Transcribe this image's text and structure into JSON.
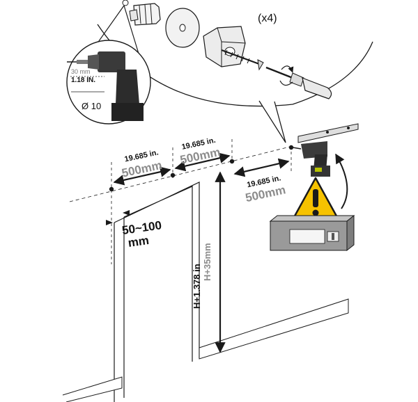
{
  "count_label": "(x4)",
  "drill_inset": {
    "depth_mm": "30 mm",
    "depth_in": "1.18 IN.",
    "diameter": "Ø 10"
  },
  "spacing": {
    "left": {
      "inches": "19.685 in.",
      "mm": "500mm"
    },
    "middle": {
      "inches": "19.685 in.",
      "mm": "500mm"
    },
    "right": {
      "inches": "19.685 in.",
      "mm": "500mm"
    }
  },
  "frame_gap": {
    "value": "50~100",
    "unit": "mm"
  },
  "height": {
    "inches": "H+1.378 in",
    "mm": "H+35mm"
  },
  "colors": {
    "line": "#1a1a1a",
    "dim_grey": "#8c8c8c",
    "warning_yellow": "#f6c200",
    "level_grey": "#9a9a9a"
  },
  "icons": [
    "drill-icon",
    "wall-plug-icon",
    "washer-icon",
    "bracket-block-icon",
    "screw-icon",
    "screwdriver-icon",
    "warning-icon",
    "spirit-level-icon",
    "rail-icon"
  ]
}
